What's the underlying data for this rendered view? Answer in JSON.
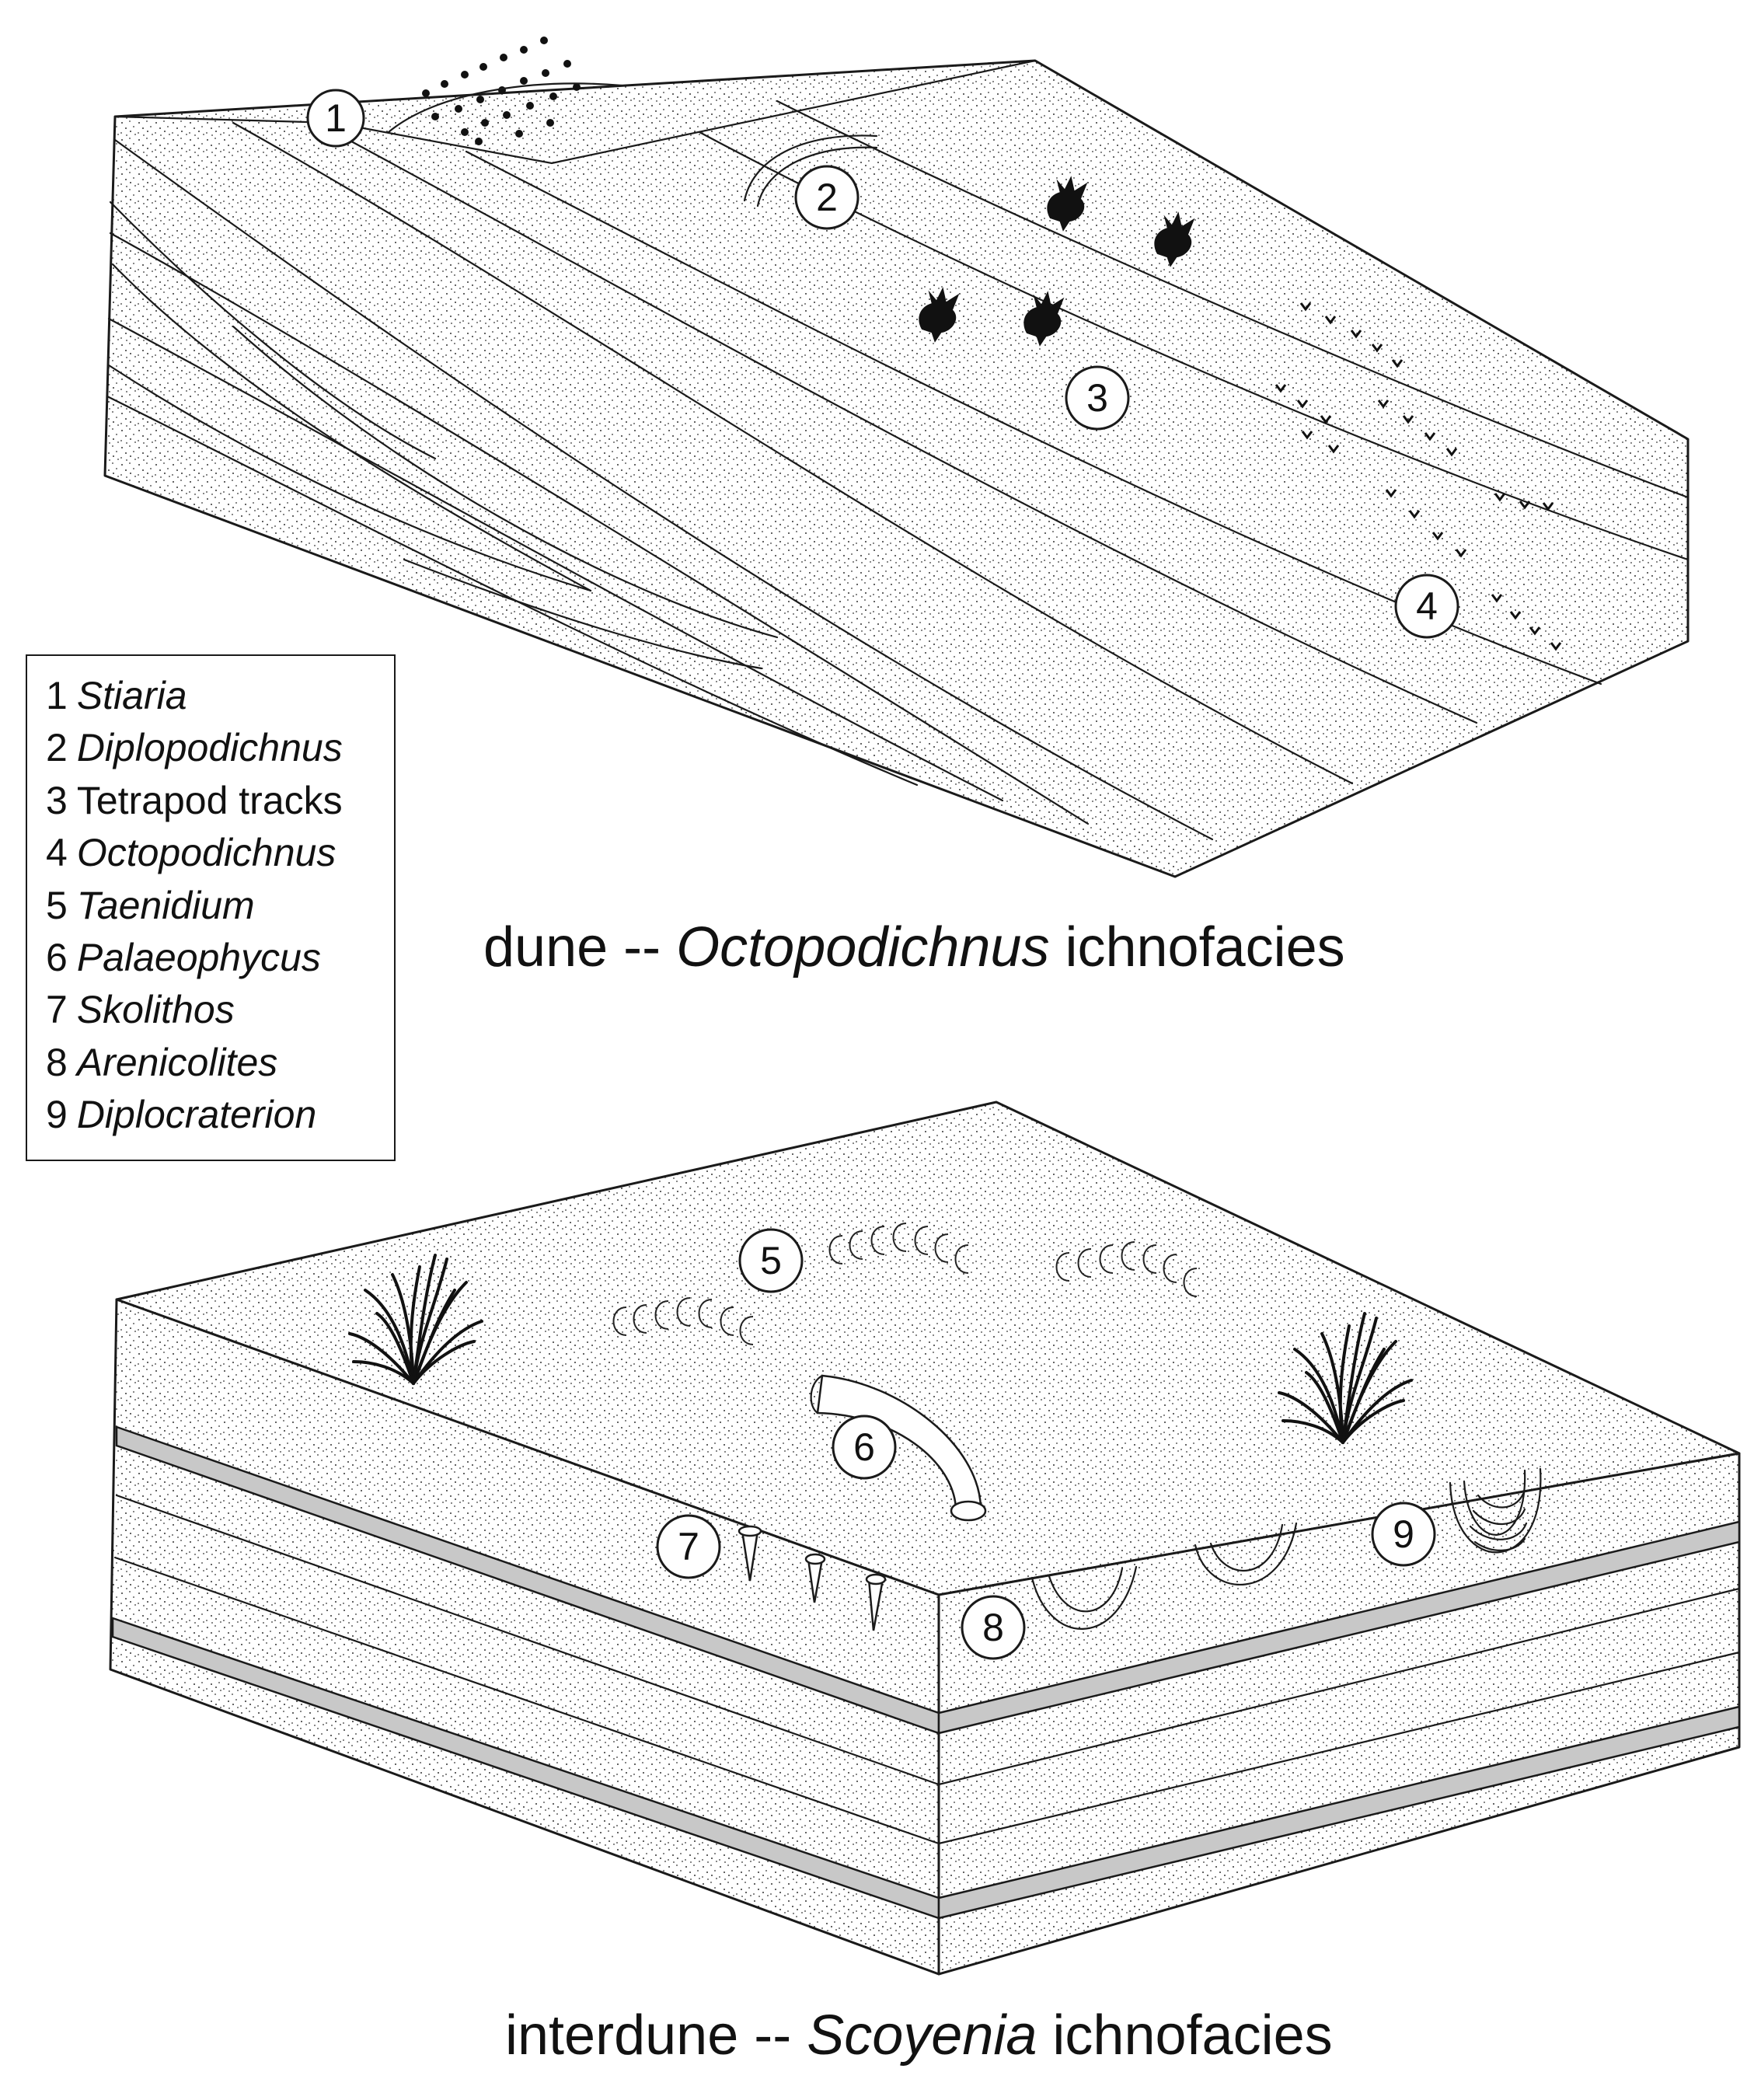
{
  "legend": {
    "items": [
      {
        "number": "1",
        "name": "Stiaria",
        "italic": true
      },
      {
        "number": "2",
        "name": "Diplopodichnus",
        "italic": true
      },
      {
        "number": "3",
        "name": "Tetrapod tracks",
        "italic": false
      },
      {
        "number": "4",
        "name": "Octopodichnus",
        "italic": true
      },
      {
        "number": "5",
        "name": "Taenidium",
        "italic": true
      },
      {
        "number": "6",
        "name": "Palaeophycus",
        "italic": true
      },
      {
        "number": "7",
        "name": "Skolithos",
        "italic": true
      },
      {
        "number": "8",
        "name": "Arenicolites",
        "italic": true
      },
      {
        "number": "9",
        "name": "Diplocraterion",
        "italic": true
      }
    ]
  },
  "captions": {
    "dune": {
      "prefix": "dune -- ",
      "genus": "Octopodichnus",
      "suffix": " ichnofacies"
    },
    "interdune": {
      "prefix": "interdune -- ",
      "genus": "Scoyenia",
      "suffix": " ichnofacies"
    }
  },
  "markers": {
    "m1": "1",
    "m2": "2",
    "m3": "3",
    "m4": "4",
    "m5": "5",
    "m6": "6",
    "m7": "7",
    "m8": "8",
    "m9": "9"
  }
}
